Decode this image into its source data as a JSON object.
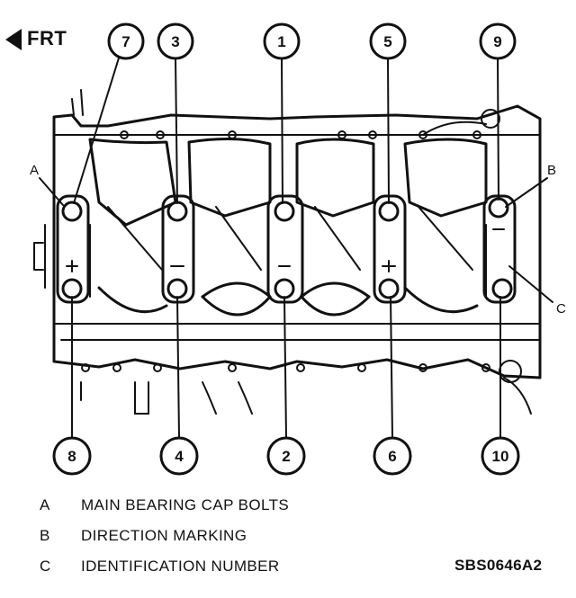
{
  "front_label": "FRT",
  "sequence_numbers": {
    "top": [
      "7",
      "3",
      "1",
      "5",
      "9"
    ],
    "bottom": [
      "8",
      "4",
      "2",
      "6",
      "10"
    ]
  },
  "callouts": {
    "a": "A",
    "b": "B",
    "c": "C"
  },
  "legend": [
    {
      "key": "A",
      "text": "MAIN BEARING CAP BOLTS"
    },
    {
      "key": "B",
      "text": "DIRECTION MARKING"
    },
    {
      "key": "C",
      "text": "IDENTIFICATION NUMBER"
    }
  ],
  "figure_code": "SBS0646A2"
}
